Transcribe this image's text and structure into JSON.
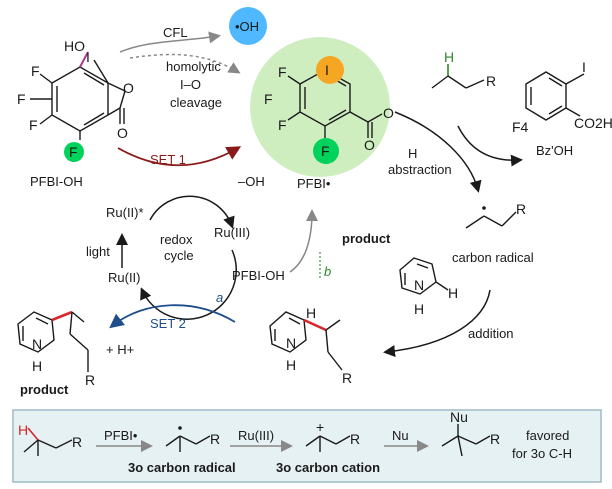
{
  "reagents": {
    "cfl": "CFL",
    "hydroxyl_radical": "•OH",
    "homolytic": "homolytic",
    "io": "I–O",
    "cleavage": "cleavage",
    "pfbi_oh": "PFBI-OH",
    "pfbi_radical": "PFBI•",
    "hydroxide": "–OH",
    "set1": "SET 1",
    "set2": "SET 2",
    "label_a": "a",
    "label_b": "b",
    "ru_ii_star": "Ru(II)*",
    "ru_iii": "Ru(III)",
    "ru_ii": "Ru(II)",
    "light": "light",
    "redox": "redox",
    "cycle": "cycle",
    "pfbi_oh_b": "PFBI-OH",
    "product_b": "product",
    "h_abstraction_1": "H",
    "h_abstraction_2": "abstraction",
    "bzoh": "Bz'OH",
    "f4": "F4",
    "co2h": "CO2H",
    "carbon_radical": "carbon radical",
    "addition": "addition",
    "product_main": "product",
    "plus_h": "+ H+",
    "ho": "HO",
    "iodine": "I",
    "fluorine": "F",
    "oxygen": "O",
    "nitrogen": "N",
    "hydrogen": "H",
    "r_group": "R"
  },
  "bottom_box": {
    "pfbi": "PFBI•",
    "ru_iii": "Ru(III)",
    "nu": "Nu",
    "radical_3": "3o carbon radical",
    "cation_3": "3o carbon cation",
    "favored_1": "favored",
    "favored_2": "for 3o C-H"
  },
  "colors": {
    "set1": "#8b1a1a",
    "set2": "#1f4e8c",
    "green_highlight": "#00d25b",
    "orange_highlight": "#f5a623",
    "pfbi_circle": "#cfeec0",
    "oh_circle": "#4fb8ff",
    "box_bg": "#e6f1f3",
    "box_border": "#9fbcc4",
    "bond_red": "#d8262b",
    "iodine_bond": "#b0388f"
  }
}
